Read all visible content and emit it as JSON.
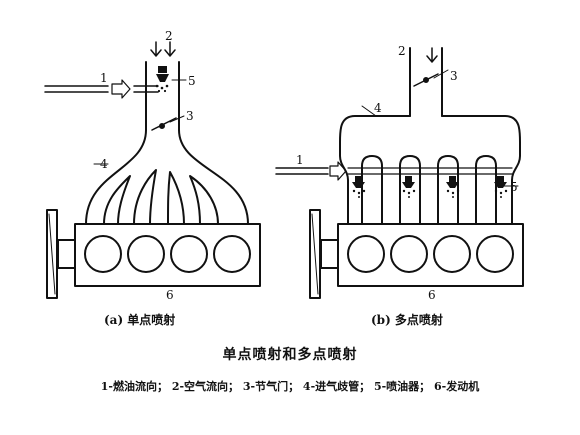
{
  "diagram_a": {
    "caption": "(a) 单点喷射",
    "labels": {
      "fuel": "1",
      "air": "2",
      "throttle": "3",
      "manifold": "4",
      "injector": "5",
      "engine": "6"
    }
  },
  "diagram_b": {
    "caption": "(b) 多点喷射",
    "labels": {
      "fuel": "1",
      "air": "2",
      "throttle": "3",
      "manifold": "4",
      "injector": "5",
      "engine": "6"
    }
  },
  "figure_title": "单点喷射和多点喷射",
  "legend": "1-燃油流向； 2-空气流向； 3-节气门； 4-进气歧管； 5-喷油器； 6-发动机",
  "colors": {
    "ink": "#111111",
    "background": "#ffffff"
  }
}
